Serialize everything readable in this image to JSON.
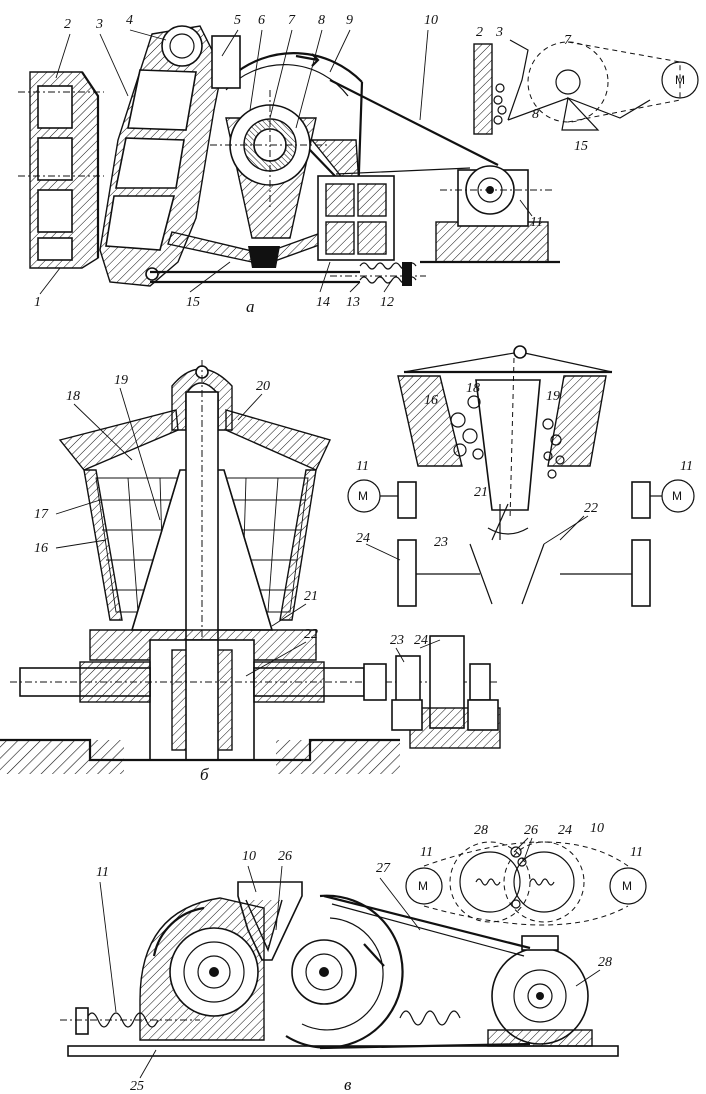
{
  "diagram": {
    "panel_a": {
      "caption": "а",
      "labels": [
        "1",
        "2",
        "3",
        "4",
        "5",
        "6",
        "7",
        "8",
        "9",
        "10",
        "11",
        "12",
        "13",
        "14",
        "15"
      ],
      "inset_labels": [
        "2",
        "3",
        "7",
        "8",
        "15",
        "M"
      ]
    },
    "panel_b": {
      "caption": "б",
      "labels": [
        "16",
        "17",
        "18",
        "19",
        "20",
        "21",
        "22",
        "23",
        "24"
      ],
      "inset_top_labels": [
        "16",
        "18",
        "19"
      ],
      "inset_bottom_labels": [
        "11",
        "M",
        "11",
        "M",
        "21",
        "22",
        "23",
        "24"
      ]
    },
    "panel_v": {
      "caption": "в",
      "labels": [
        "25",
        "26",
        "27",
        "28",
        "10",
        "11"
      ],
      "inset_labels": [
        "11",
        "M",
        "28",
        "26",
        "24",
        "10",
        "11",
        "M"
      ]
    }
  }
}
